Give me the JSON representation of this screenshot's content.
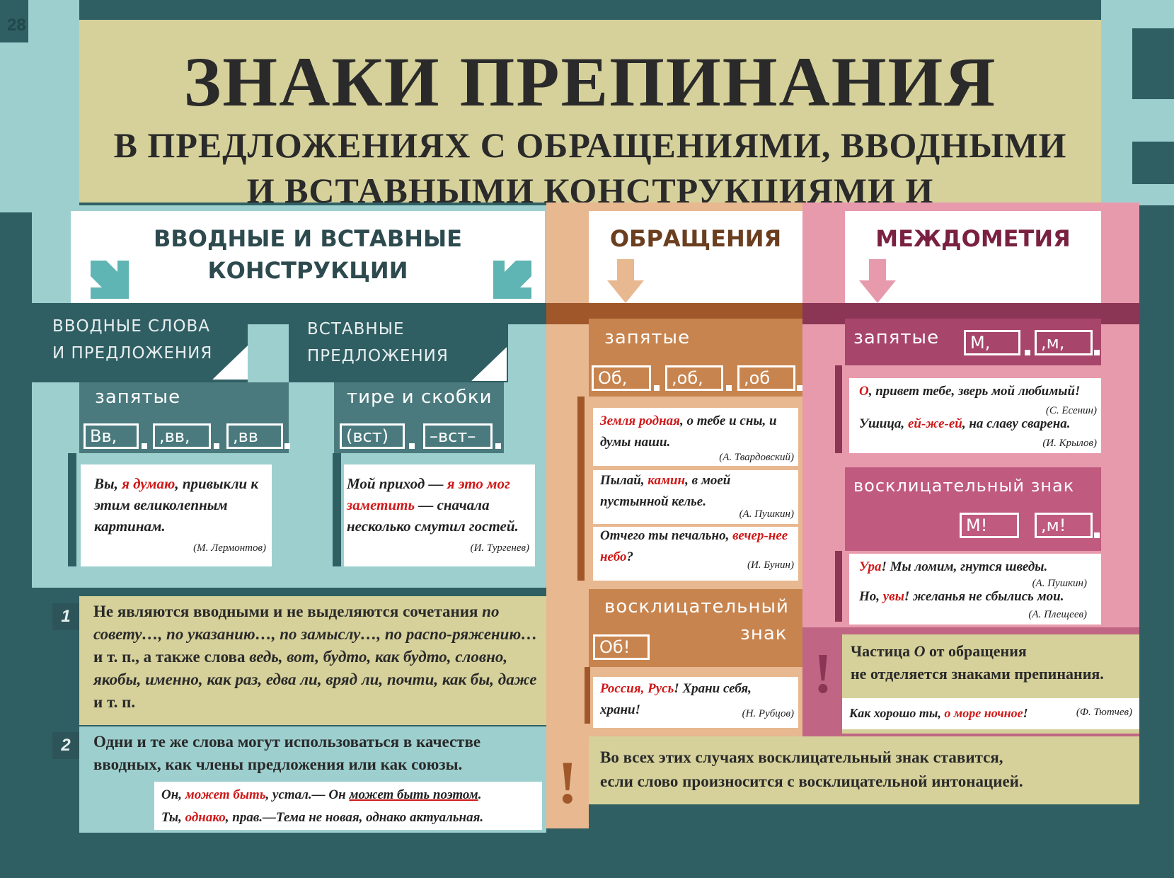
{
  "page_number": "28",
  "header": {
    "title": "ЗНАКИ ПРЕПИНАНИЯ",
    "subtitle_line1": "В ПРЕДЛОЖЕНИЯХ С ОБРАЩЕНИЯМИ, ВВОДНЫМИ",
    "subtitle_line2": "И ВСТАВНЫМИ КОНСТРУКЦИЯМИ И МЕЖДОМЕТИЯМИ"
  },
  "intro": {
    "heading_line1": "ВВОДНЫЕ И ВСТАВНЫЕ",
    "heading_line2": "КОНСТРУКЦИИ",
    "vvodnye": {
      "title_line1": "ВВОДНЫЕ СЛОВА",
      "title_line2": "И ПРЕДЛОЖЕНИЯ",
      "sign": "запятые",
      "schemes": [
        "Вв,",
        ",вв,",
        ",вв"
      ],
      "example": {
        "p1": "Вы, ",
        "hl": "я думаю",
        "p2": ", привыкли к этим великолепным картинам.",
        "author": "(М. Лермонтов)"
      }
    },
    "vstavnye": {
      "title_line1": "ВСТАВНЫЕ",
      "title_line2": "ПРЕДЛОЖЕНИЯ",
      "sign": "тире и скобки",
      "schemes": [
        "(вст)",
        "–вст–"
      ],
      "example": {
        "p1": "Мой приход — ",
        "hl": "я это мог заметить",
        "p2": " — сначала несколько смутил гостей.",
        "author": "(И. Тургенев)"
      }
    }
  },
  "obrasheniya": {
    "heading": "ОБРАЩЕНИЯ",
    "commas_label": "запятые",
    "schemes": [
      "Об,",
      ",об,",
      ",об"
    ],
    "examples": [
      {
        "hl": "Земля родная",
        "rest": ", о тебе и сны, и думы наши.",
        "author": "(А. Твардовский)"
      },
      {
        "pre": "Пылай, ",
        "hl": "камин",
        "rest": ", в моей пустынной келье.",
        "author": "(А. Пушкин)"
      },
      {
        "pre": "Отчего ты печально, ",
        "hl": "вечер-нее небо",
        "rest": "?",
        "author": "(И. Бунин)"
      }
    ],
    "excl_label_line1": "восклицательный",
    "excl_label_line2": "знак",
    "excl_scheme": "Об!",
    "excl_example": {
      "hl": "Россия, Русь",
      "rest": "! Храни себя, храни!",
      "author": "(Н. Рубцов)"
    }
  },
  "mezhdometiya": {
    "heading": "МЕЖДОМЕТИЯ",
    "commas_label": "запятые",
    "schemes": [
      "М,",
      ",м,"
    ],
    "examples": [
      {
        "hl": "О",
        "rest": ", привет тебе, зверь мой любимый!",
        "author": "(С. Есенин)"
      },
      {
        "pre": "Ушица, ",
        "hl": "ей-же-ей",
        "rest": ", на славу сварена.",
        "author": "(И. Крылов)"
      }
    ],
    "excl_label": "восклицательный знак",
    "excl_schemes": [
      "М!",
      ",м!"
    ],
    "excl_examples": [
      {
        "hl": "Ура",
        "rest": "! Мы ломим, гнутся шведы.",
        "author": "(А. Пушкин)"
      },
      {
        "pre": "Но, ",
        "hl": "увы",
        "rest": "! желанья не сбылись мои.",
        "author": "(А. Плещеев)"
      }
    ]
  },
  "notes": {
    "note1": {
      "number": "1",
      "lead": "Не являются вводными и не выделяются сочетания ",
      "italic1": "по совету…, по указанию…, по замыслу…, по распо-ряжению…",
      "mid": " и т. п., а также слова ",
      "italic2": "ведь, вот, будто, как будто, словно, якобы, именно, как раз, едва ли, вряд ли, почти, как бы, даже",
      "tail": " и т. п."
    },
    "note2": {
      "number": "2",
      "text": "Одни и те же слова могут использоваться в качестве вводных, как члены предложения или как союзы.",
      "ex1_a": "Он, ",
      "ex1_hl": "может быть",
      "ex1_b": ", устал.— Он ",
      "ex1_ul": "может быть поэтом",
      "ex1_c": ".",
      "ex2_a": "Ты, ",
      "ex2_hl": "однако",
      "ex2_b": ", прав.—Тема не новая, однако актуальная."
    },
    "particle": {
      "mark": "!",
      "line1_a": "Частица ",
      "line1_o": "О",
      "line1_b": " от обращения",
      "line2": "не отделяется знаками препинания.",
      "ex_a": "Как хорошо ты, ",
      "ex_hl": "о море ночное",
      "ex_b": "!",
      "author": "(Ф. Тютчев)"
    },
    "exclamation": {
      "mark": "!",
      "line1": "Во всех этих случаях восклицательный знак ставится,",
      "line2": "если слово произносится с восклицательной интонацией."
    }
  },
  "colors": {
    "teal_dark": "#2f5f63",
    "teal_light": "#9ecfcf",
    "khaki": "#d6d19b",
    "orange": "#c8844e",
    "orange_light": "#e8b891",
    "pink": "#e89aad",
    "magenta": "#a8456a"
  }
}
